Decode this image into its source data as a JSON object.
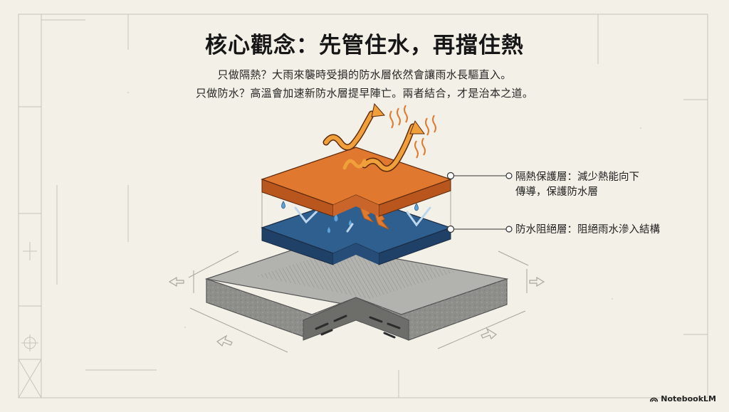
{
  "title": "核心觀念：先管住水，再擋住熱",
  "subtitle": {
    "line1": "只做隔熱？大雨來襲時受損的防水層依然會讓雨水長驅直入。",
    "line2": "只做防水？高溫會加速新防水層提早陣亡。兩者結合，才是治本之道。"
  },
  "layers": {
    "insulation": {
      "line1": "隔熱保護層：減少熱能向下",
      "line2": "傳導，保護防水層"
    },
    "waterproof": {
      "label": "防水阻絕層：阻絕雨水滲入結構"
    }
  },
  "brand": "NotebookLM",
  "colors": {
    "background": "#f3f0e7",
    "insulation_layer": "#e0782f",
    "waterproof_layer": "#2f5f8f",
    "concrete": "#9a9a98",
    "heat_arrow": "#f0a03a"
  }
}
